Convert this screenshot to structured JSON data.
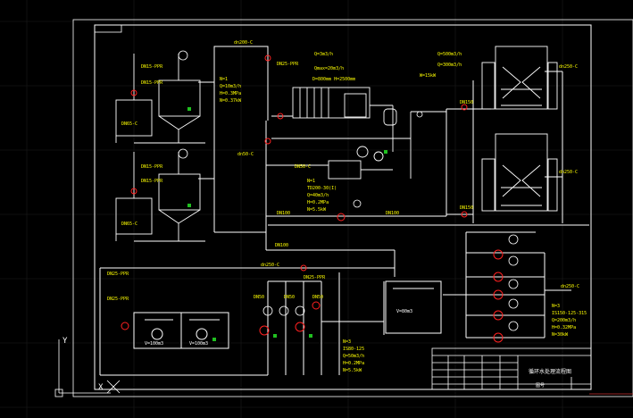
{
  "colors": {
    "background": "#000000",
    "frame": "#ffffff",
    "pipe": "#ffffff",
    "label": "#ffff00",
    "valve": "#ff2020",
    "equipment": "#ffffff",
    "grid": "#1c1c1c"
  },
  "labels": {
    "top_main_pipe": "dn200-C",
    "top_branch": "DN25-PPR",
    "left_upper_pipe1": "DN15-PPR",
    "left_upper_pipe2": "DN15-PPR",
    "left_lower_pipe1": "DN15-PPR",
    "left_lower_pipe2": "DN15-PPR",
    "left_upper_drain": "DN65-C",
    "left_lower_drain": "DN65-C",
    "mid_pipe_1": "dn50-C",
    "mid_pipe_2": "DN50-C",
    "mid_pipe_3": "DN100",
    "mid_pipe_4": "DN100",
    "mid_pipe_5": "DN100",
    "filter_flow": "Q=3m3/h",
    "filter_flow2": "Qmax=20m3/h",
    "filter_spec": "D=800mm H=2500mm",
    "pump_spec_1": "N=1",
    "pump_spec_2": "Q=10m3/h",
    "pump_spec_3": "H=0.3MPa",
    "pump_spec_4": "N=0.37kW",
    "pump_spec_5": "N=1",
    "pump_spec_6": "TD200-30(I)",
    "pump_spec_7": "Q=40m3/h",
    "pump_spec_8": "H=0.2MPa",
    "pump_spec_9": "N=5.5kW",
    "right_tower_spec1": "Q=500m3/h",
    "right_tower_spec2": "Q=300m3/h",
    "right_tower_spec3": "W=15kW",
    "right_pipe_1": "dn250-C",
    "right_pipe_2": "dn250-C",
    "right_dn_a": "DN150",
    "right_dn_b": "DN150",
    "bottom_left_pipe": "DN25-PPR",
    "bottom_left_pipe2": "DN25-PPR",
    "bottom_main": "dn250-C",
    "tank_left_label": "V=100m3",
    "tank_right_label": "V=100m3",
    "tank_big_label": "V=80m3",
    "bottom_mid_top": "DN25-PPR",
    "bottom_mid_1": "DN50",
    "bottom_mid_2": "DN50",
    "bottom_mid_3": "DN50",
    "bottom_spec_1": "N=3",
    "bottom_spec_2": "IS80-125",
    "bottom_spec_3": "Q=50m3/h",
    "bottom_spec_4": "H=0.2MPa",
    "bottom_spec_5": "N=5.5kW",
    "right_bottom_out": "dn250-C",
    "right_bottom_spec1": "N=3",
    "right_bottom_spec2": "IS150-125-315",
    "right_bottom_spec3": "Q=200m3/h",
    "right_bottom_spec4": "H=0.32MPa",
    "right_bottom_spec5": "N=30kW",
    "ucs_x": "X",
    "ucs_y": "Y"
  },
  "title_block": {
    "title": "循环水处理流程图",
    "drawing_no": "图号"
  }
}
